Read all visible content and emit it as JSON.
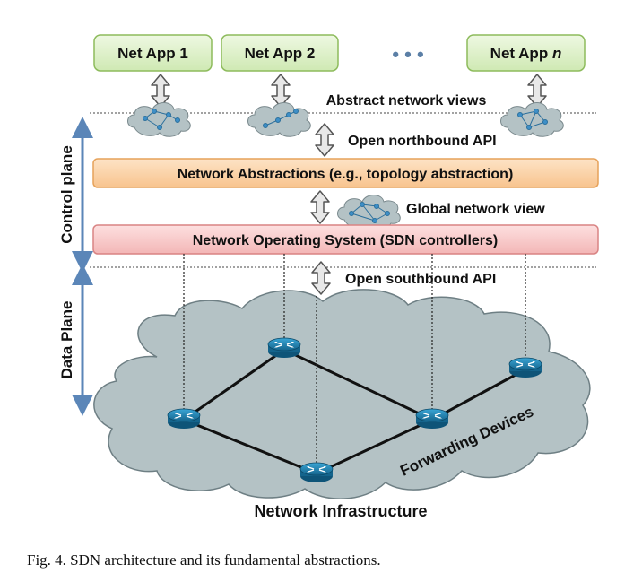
{
  "apps": {
    "app1": "Net App 1",
    "app2": "Net App 2",
    "ellipsis": "• • •",
    "appn_prefix": "Net App ",
    "appn_suffix": "n"
  },
  "labels": {
    "abstract_views": "Abstract network views",
    "northbound": "Open northbound API",
    "network_abstractions": "Network Abstractions (e.g., topology abstraction)",
    "global_view": "Global network view",
    "nos": "Network Operating System (SDN controllers)",
    "southbound": "Open southbound API",
    "control_plane": "Control plane",
    "data_plane": "Data Plane",
    "forwarding_devices": "Forwarding Devices",
    "network_infrastructure": "Network Infrastructure"
  },
  "caption": "Fig. 4.   SDN architecture and its fundamental abstractions.",
  "colors": {
    "app_fill": "#d8efc0",
    "app_stroke": "#8dbb5c",
    "abstraction_fill": "#fbd3a8",
    "abstraction_stroke": "#e6a25a",
    "nos_fill": "#f8c7c7",
    "nos_stroke": "#d98484",
    "cloud_fill": "#b4c2c5",
    "cloud_stroke": "#6e7f84",
    "plane_arrow": "#5b86b8",
    "router_fill": "#1f86b8"
  },
  "icons": [
    "double-arrow-icon",
    "cloud-icon",
    "router-icon",
    "plane-arrow-icon"
  ]
}
